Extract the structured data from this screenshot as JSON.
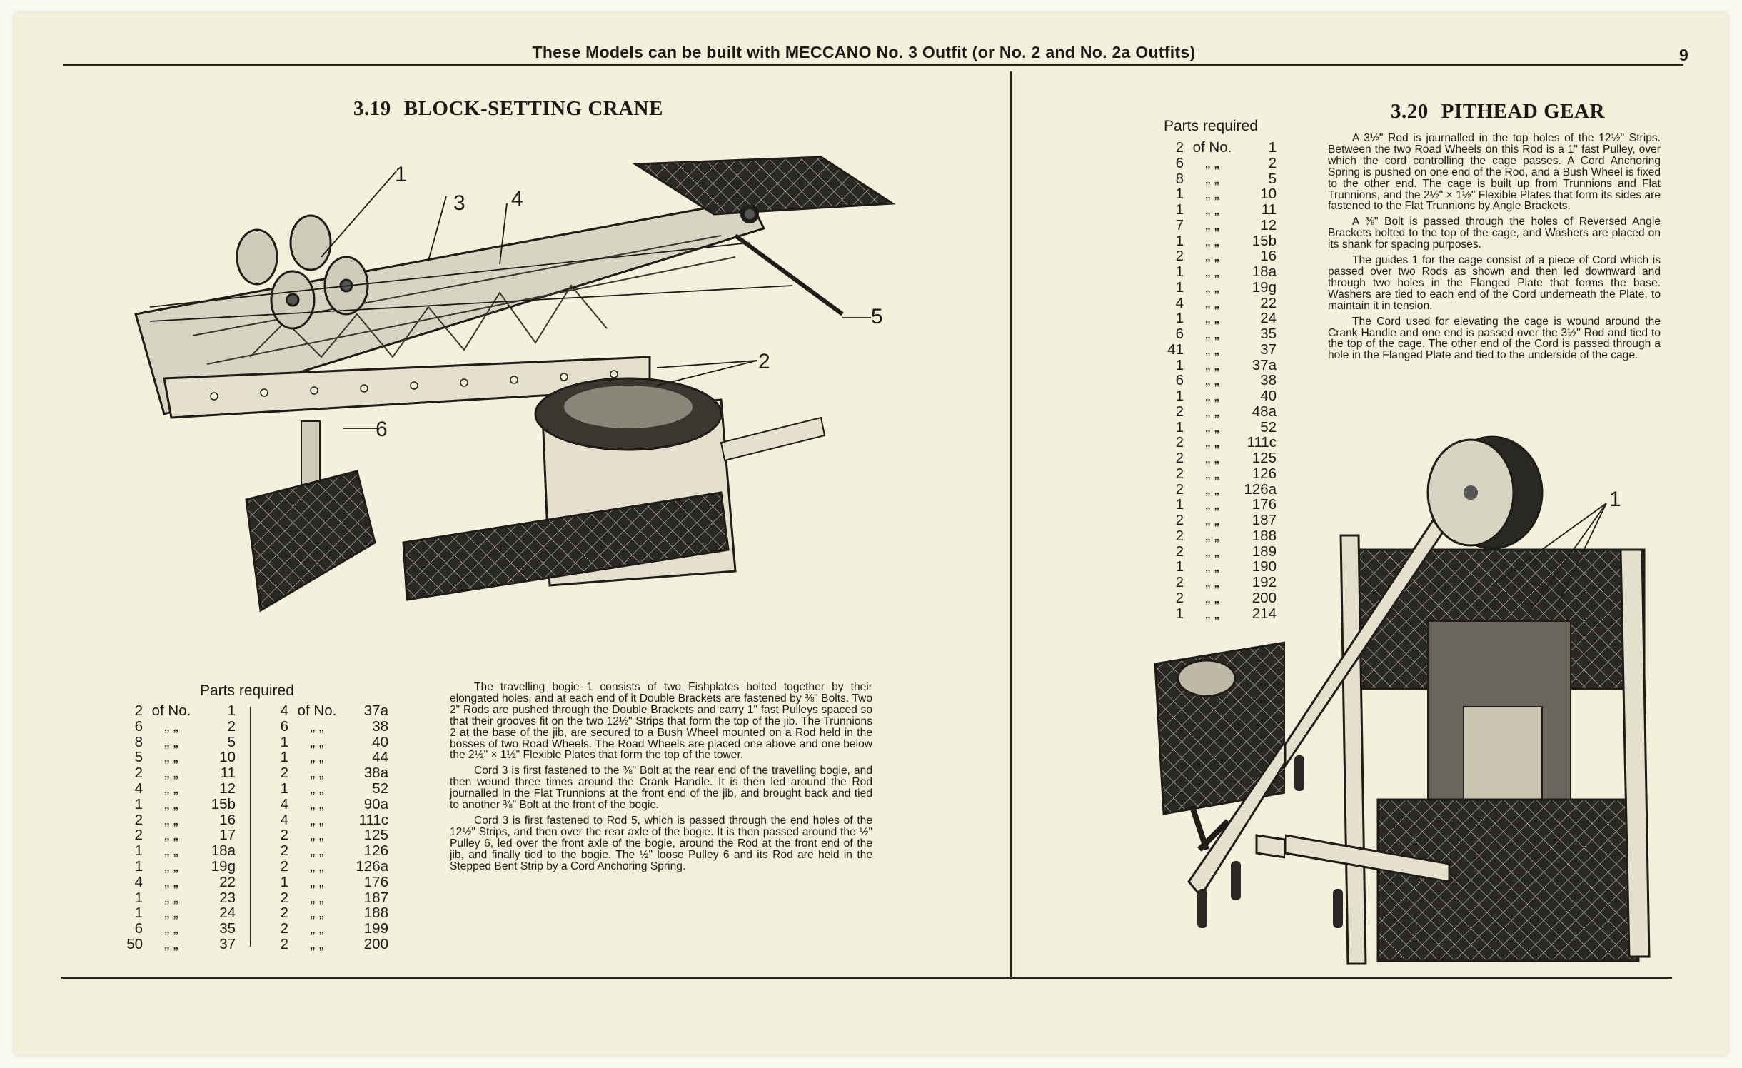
{
  "header": {
    "text": "These Models can be built with MECCANO No. 3 Outfit (or No. 2 and No. 2a Outfits)",
    "page_number": "9"
  },
  "left_model": {
    "number": "3.19",
    "title": "BLOCK-SETTING CRANE",
    "callouts": [
      "1",
      "3",
      "4",
      "5",
      "2",
      "6"
    ],
    "parts_heading": "Parts required",
    "parts_first_label": "of No.",
    "ditto": "„   „",
    "parts_col1": [
      {
        "qty": "2",
        "no": "1"
      },
      {
        "qty": "6",
        "no": "2"
      },
      {
        "qty": "8",
        "no": "5"
      },
      {
        "qty": "5",
        "no": "10"
      },
      {
        "qty": "2",
        "no": "11"
      },
      {
        "qty": "4",
        "no": "12"
      },
      {
        "qty": "1",
        "no": "15b"
      },
      {
        "qty": "2",
        "no": "16"
      },
      {
        "qty": "2",
        "no": "17"
      },
      {
        "qty": "1",
        "no": "18a"
      },
      {
        "qty": "1",
        "no": "19g"
      },
      {
        "qty": "4",
        "no": "22"
      },
      {
        "qty": "1",
        "no": "23"
      },
      {
        "qty": "1",
        "no": "24"
      },
      {
        "qty": "6",
        "no": "35"
      },
      {
        "qty": "50",
        "no": "37"
      }
    ],
    "parts_col2": [
      {
        "qty": "4",
        "no": "37a"
      },
      {
        "qty": "6",
        "no": "38"
      },
      {
        "qty": "1",
        "no": "40"
      },
      {
        "qty": "1",
        "no": "44"
      },
      {
        "qty": "2",
        "no": "38a"
      },
      {
        "qty": "1",
        "no": "52"
      },
      {
        "qty": "4",
        "no": "90a"
      },
      {
        "qty": "4",
        "no": "111c"
      },
      {
        "qty": "2",
        "no": "125"
      },
      {
        "qty": "2",
        "no": "126"
      },
      {
        "qty": "2",
        "no": "126a"
      },
      {
        "qty": "1",
        "no": "176"
      },
      {
        "qty": "2",
        "no": "187"
      },
      {
        "qty": "2",
        "no": "188"
      },
      {
        "qty": "2",
        "no": "199"
      },
      {
        "qty": "2",
        "no": "200"
      }
    ],
    "paragraphs": [
      "The travelling bogie 1 consists of two Fishplates bolted together by their elongated holes, and at each end of it Double Brackets are fastened by ⅜\" Bolts. Two 2\" Rods are pushed through the Double Brackets and carry 1\" fast Pulleys spaced so that their grooves fit on the two 12½\" Strips that form the top of the jib. The Trunnions 2 at the base of the jib, are secured to a Bush Wheel mounted on a Rod held in the bosses of two Road Wheels. The Road Wheels are placed one above and one below the 2½\" × 1½\" Flexible Plates that form the top of the tower.",
      "Cord 3 is first fastened to the ⅜\" Bolt at the rear end of the travelling bogie, and then wound three times around the Crank Handle. It is then led around the Rod journalled in the Flat Trunnions at the front end of the jib, and brought back and tied to another ⅜\" Bolt at the front of the bogie.",
      "Cord 3 is first fastened to Rod 5, which is passed through the end holes of the 12½\" Strips, and then over the rear axle of the bogie. It is then passed around the ½\" Pulley 6, led over the front axle of the bogie, around the Rod at the front end of the jib, and finally tied to the bogie. The ½\" loose Pulley 6 and its Rod are held in the Stepped Bent Strip by a Cord Anchoring Spring."
    ]
  },
  "right_model": {
    "number": "3.20",
    "title": "PITHEAD GEAR",
    "callouts": [
      "1"
    ],
    "parts_heading": "Parts required",
    "parts_first_label": "of No.",
    "ditto": "„   „",
    "parts": [
      {
        "qty": "2",
        "no": "1"
      },
      {
        "qty": "6",
        "no": "2"
      },
      {
        "qty": "8",
        "no": "5"
      },
      {
        "qty": "1",
        "no": "10"
      },
      {
        "qty": "1",
        "no": "11"
      },
      {
        "qty": "7",
        "no": "12"
      },
      {
        "qty": "1",
        "no": "15b"
      },
      {
        "qty": "2",
        "no": "16"
      },
      {
        "qty": "1",
        "no": "18a"
      },
      {
        "qty": "1",
        "no": "19g"
      },
      {
        "qty": "4",
        "no": "22"
      },
      {
        "qty": "1",
        "no": "24"
      },
      {
        "qty": "6",
        "no": "35"
      },
      {
        "qty": "41",
        "no": "37"
      },
      {
        "qty": "1",
        "no": "37a"
      },
      {
        "qty": "6",
        "no": "38"
      },
      {
        "qty": "1",
        "no": "40"
      },
      {
        "qty": "2",
        "no": "48a"
      },
      {
        "qty": "1",
        "no": "52"
      },
      {
        "qty": "2",
        "no": "111c"
      },
      {
        "qty": "2",
        "no": "125"
      },
      {
        "qty": "2",
        "no": "126"
      },
      {
        "qty": "2",
        "no": "126a"
      },
      {
        "qty": "1",
        "no": "176"
      },
      {
        "qty": "2",
        "no": "187"
      },
      {
        "qty": "2",
        "no": "188"
      },
      {
        "qty": "2",
        "no": "189"
      },
      {
        "qty": "1",
        "no": "190"
      },
      {
        "qty": "2",
        "no": "192"
      },
      {
        "qty": "2",
        "no": "200"
      },
      {
        "qty": "1",
        "no": "214"
      }
    ],
    "paragraphs": [
      "A 3½\" Rod is journalled in the top holes of the 12½\" Strips. Between the two Road Wheels on this Rod is a 1\" fast Pulley, over which the cord controlling the cage passes. A Cord Anchoring Spring is pushed on one end of the Rod, and a Bush Wheel is fixed to the other end. The cage is built up from Trunnions and Flat Trunnions, and the 2½\" × 1½\" Flexible Plates that form its sides are fastened to the Flat Trunnions by Angle Brackets.",
      "A ⅜\" Bolt is passed through the holes of Reversed Angle Brackets bolted to the top of the cage, and Washers are placed on its shank for spacing purposes.",
      "The guides 1 for the cage consist of a piece of Cord which is passed over two Rods as shown and then led downward and through two holes in the Flanged Plate that forms the base. Washers are tied to each end of the Cord underneath the Plate, to maintain it in tension.",
      "The Cord used for elevating the cage is wound around the Crank Handle and one end is passed over the 3½\" Rod and tied to the top of the cage. The other end of the Cord is passed through a hole in the Flanged Plate and tied to the underside of the cage."
    ]
  }
}
